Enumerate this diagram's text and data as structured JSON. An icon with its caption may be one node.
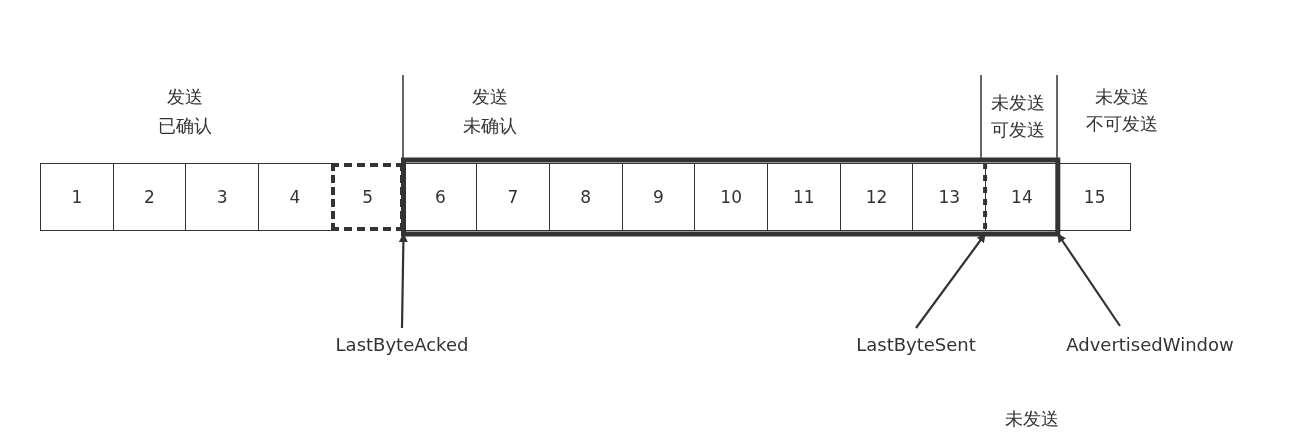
{
  "diagram": {
    "nodes": [
      {
        "text": [
          "1"
        ]
      },
      {
        "text": [
          "2"
        ]
      },
      {
        "text": [
          "3"
        ]
      },
      {
        "text": [
          "4"
        ]
      },
      {
        "text": [
          "5"
        ]
      },
      {
        "text": [
          "6"
        ]
      },
      {
        "text": [
          "7"
        ]
      },
      {
        "text": [
          "8"
        ]
      },
      {
        "text": [
          "9"
        ]
      },
      {
        "text": [
          "10"
        ]
      },
      {
        "text": [
          "11"
        ]
      },
      {
        "text": [
          "12"
        ]
      },
      {
        "text": [
          "13"
        ]
      },
      {
        "text": [
          "14"
        ]
      },
      {
        "text": [
          "15"
        ]
      },
      {
        "text": [
          "LastByteAcked"
        ]
      },
      {
        "text": [
          "LastByteSent"
        ]
      },
      {
        "text": [
          "AdvertisedWindow"
        ]
      }
    ],
    "edges": [
      {
        "from": 15,
        "to": 5,
        "arrow": "to"
      },
      {
        "from": 16,
        "to": 13,
        "arrow": "to"
      },
      {
        "from": 17,
        "to": 13,
        "arrow": "to"
      }
    ],
    "labels": [
      "发送",
      "已确认",
      "发送",
      "未确认",
      "未发送",
      "可发送",
      "未发送",
      "不可发送",
      "未发送"
    ]
  }
}
